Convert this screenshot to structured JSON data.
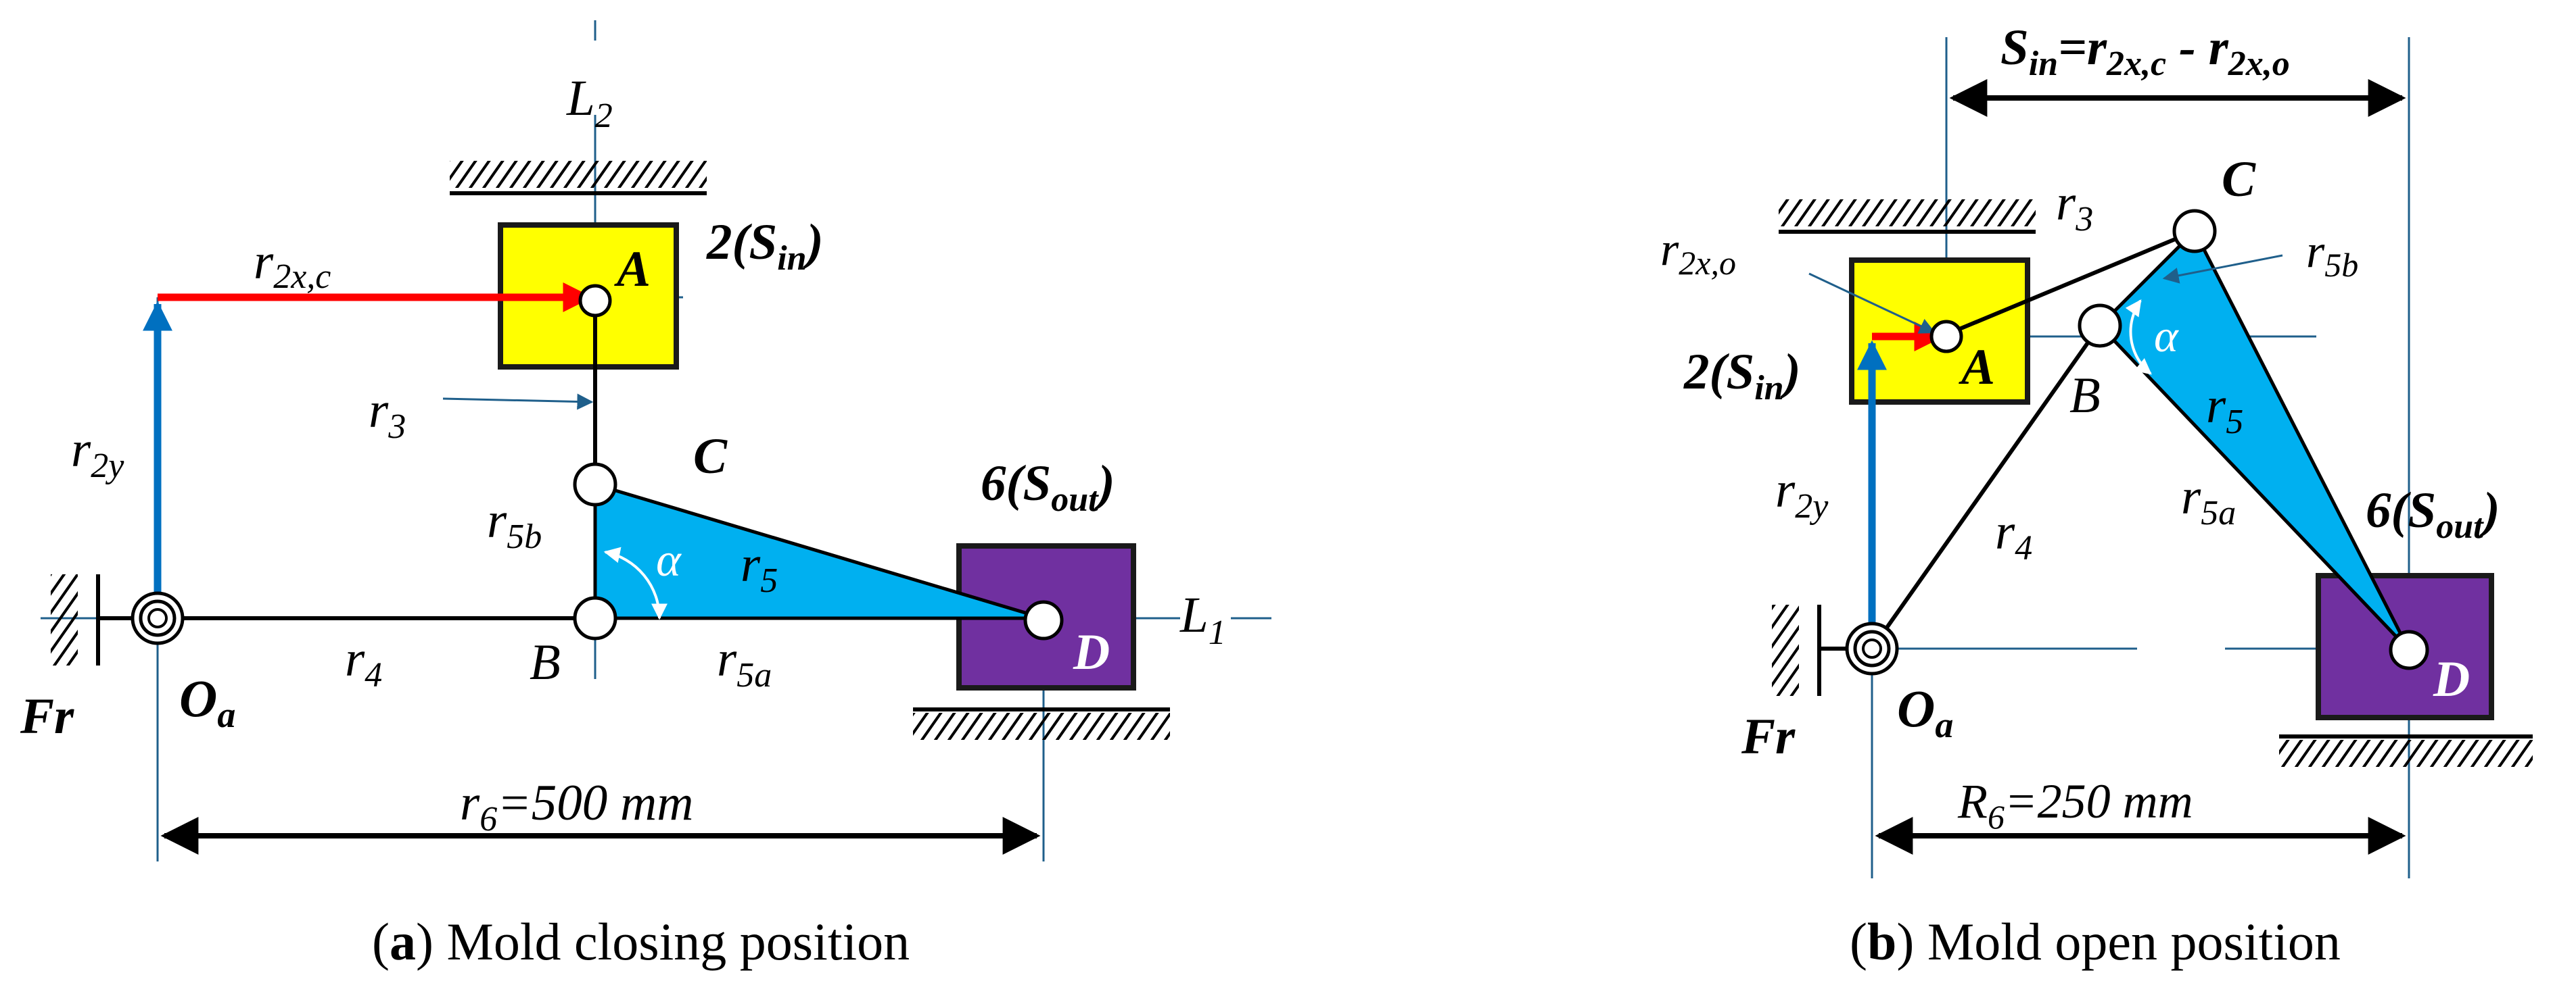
{
  "panel_a": {
    "caption_letter": "a",
    "caption_text": " Mold closing position",
    "labels": {
      "L2": "L",
      "L2_sub": "2",
      "L1": "L",
      "L1_sub": "1",
      "r2xc": "r",
      "r2xc_sub": "2x,c",
      "A": "A",
      "S_in_pre": "2(S",
      "S_in_sub": "in",
      "S_in_post": ")",
      "r3": "r",
      "r3_sub": "3",
      "r2y": "r",
      "r2y_sub": "2y",
      "C": "C",
      "r5b": "r",
      "r5b_sub": "5b",
      "alpha": "α",
      "r5": "r",
      "r5_sub": "5",
      "S_out_pre": "6(S",
      "S_out_sub": "out",
      "S_out_post": ")",
      "D": "D",
      "r4": "r",
      "r4_sub": "4",
      "B": "B",
      "r5a": "r",
      "r5a_sub": "5a",
      "Fr": "Fr",
      "Oa": "O",
      "Oa_sub": "a",
      "dim_pre": "r",
      "dim_sub": "6",
      "dim_post": "=500 mm"
    }
  },
  "panel_b": {
    "caption_letter": "b",
    "caption_text": " Mold open position",
    "labels": {
      "sin_S": "S",
      "sin_S_sub": "in",
      "sin_mid": "=r",
      "sin_sub1": "2x,c",
      "sin_minus": " - r",
      "sin_sub2": "2x,o",
      "C": "C",
      "r3": "r",
      "r3_sub": "3",
      "r2xo": "r",
      "r2xo_sub": "2x,o",
      "r5b": "r",
      "r5b_sub": "5b",
      "alpha": "α",
      "S_in_pre": "2(S",
      "S_in_sub": "in",
      "S_in_post": ")",
      "A": "A",
      "B": "B",
      "r5": "r",
      "r5_sub": "5",
      "r2y": "r",
      "r2y_sub": "2y",
      "r4": "r",
      "r4_sub": "4",
      "r5a": "r",
      "r5a_sub": "5a",
      "S_out_pre": "6(S",
      "S_out_sub": "out",
      "S_out_post": ")",
      "D": "D",
      "Fr": "Fr",
      "Oa": "O",
      "Oa_sub": "a",
      "dim_pre": "R",
      "dim_sub": "6",
      "dim_post": "=250 mm"
    }
  },
  "colors": {
    "slider_in": "#ffff00",
    "slider_out": "#7030a0",
    "link5": "#00b0f0",
    "arrow_red": "#ff0000",
    "arrow_blue": "#0070c0",
    "axis": "#1f5f8b"
  }
}
